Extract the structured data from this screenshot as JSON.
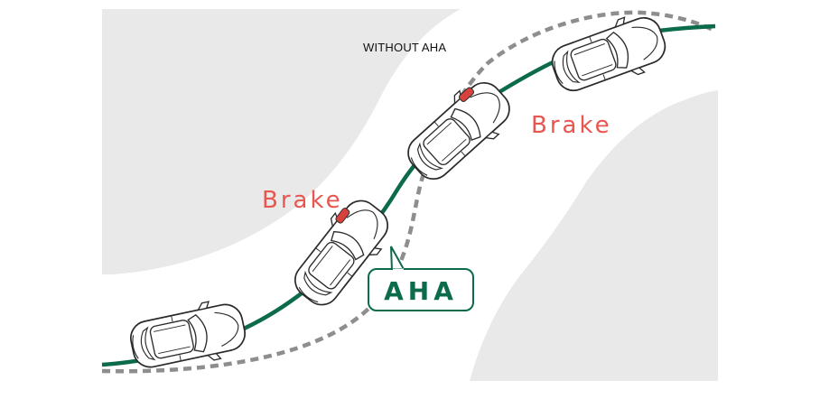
{
  "labels": {
    "without_aha": "WITHOUT AHA",
    "brake_left": "Brake",
    "brake_right": "Brake",
    "aha": "AHA"
  },
  "colors": {
    "background": "#ffffff",
    "terrain": "#e9e9e9",
    "aha_path": "#0b6b4a",
    "without_path": "#8e8e8e",
    "brake": "#e8564f",
    "brake_light": "#d8413c",
    "car_outline": "#2a2a2a",
    "car_body": "#ffffff"
  },
  "icons": {
    "car": "car-top-view-icon",
    "aha_path": "solid-green-trajectory",
    "without_path": "dashed-gray-trajectory"
  }
}
